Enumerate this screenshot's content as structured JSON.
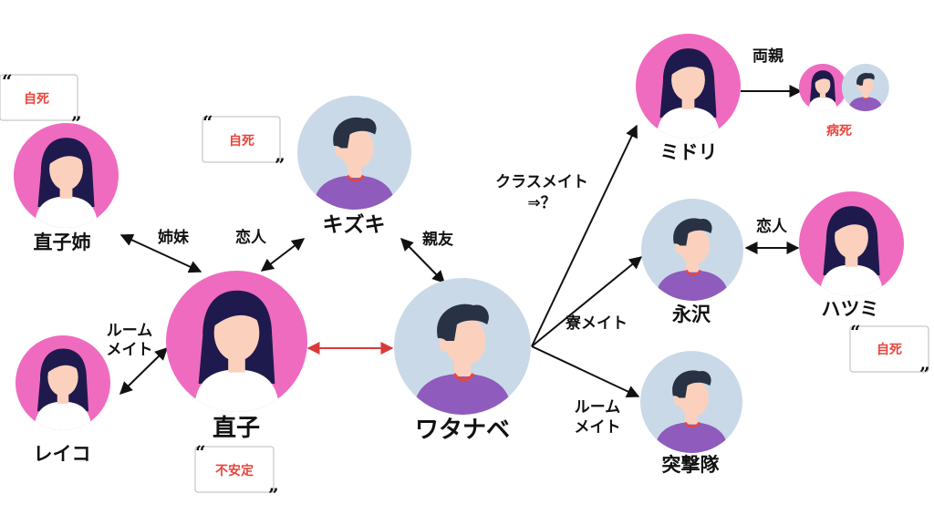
{
  "colors": {
    "female_bg": "#ef6bbf",
    "male_bg": "#c9d9e8",
    "skin": "#fbd1bd",
    "hair": "#1f1a4e",
    "male_hair": "#283244",
    "shirt_male": "#8f5bbd",
    "shirt_female": "#ffffff",
    "arrow": "#111111",
    "arrow_red": "#d83a3a",
    "note": "#e8453c"
  },
  "nodes": {
    "naoko_sister": {
      "name": "直子姉",
      "gender": "female"
    },
    "kizuki": {
      "name": "キズキ",
      "gender": "male"
    },
    "naoko": {
      "name": "直子",
      "gender": "female"
    },
    "reiko": {
      "name": "レイコ",
      "gender": "female"
    },
    "watanabe": {
      "name": "ワタナベ",
      "gender": "male"
    },
    "midori": {
      "name": "ミドリ",
      "gender": "female"
    },
    "nagasawa": {
      "name": "永沢",
      "gender": "male"
    },
    "hatsumi": {
      "name": "ハツミ",
      "gender": "female"
    },
    "storm_trooper": {
      "name": "突撃隊",
      "gender": "male"
    },
    "parents": {
      "name": "",
      "gender": "couple"
    }
  },
  "relations": {
    "sisters": "姉妹",
    "lovers_kizuki": "恋人",
    "best_friend": "親友",
    "roommate_reiko_1": "ルーム",
    "roommate_reiko_2": "メイト",
    "classmate_1": "クラスメイト",
    "classmate_2": "⇒？",
    "parents": "両親",
    "dormmate": "寮メイト",
    "lovers_hatsumi": "恋人",
    "roommate_trooper_1": "ルーム",
    "roommate_trooper_2": "メイト"
  },
  "notes": {
    "sister_fate": "自死",
    "kizuki_fate": "自死",
    "naoko_state": "不安定",
    "parents_fate": "病死",
    "hatsumi_fate": "自死"
  },
  "quote_marks": {
    "open": "“",
    "close": "”"
  }
}
